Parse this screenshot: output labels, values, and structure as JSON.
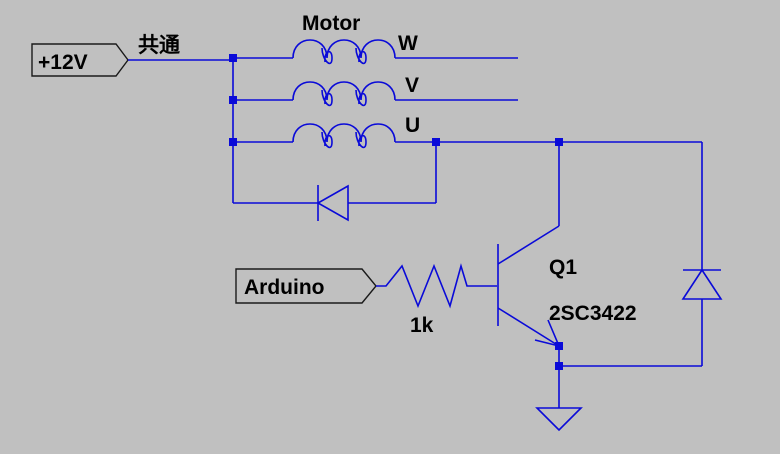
{
  "labels": {
    "supply_net": "+12V",
    "common": "共通",
    "motor_title": "Motor",
    "phase_w": "W",
    "phase_v": "V",
    "phase_u": "U",
    "input_net": "Arduino",
    "resistor_value": "1k",
    "transistor_ref": "Q1",
    "transistor_part": "2SC3422"
  },
  "colors": {
    "background": "#c0c0c0",
    "wire": "#0a0ad8",
    "text": "#000000"
  }
}
